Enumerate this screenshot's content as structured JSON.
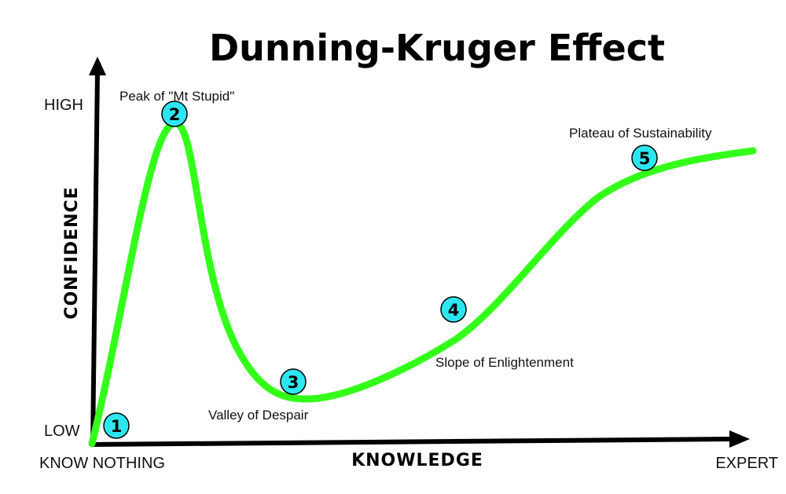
{
  "title": "Dunning-Kruger Effect",
  "y_axis": {
    "label": "CONFIDENCE",
    "high": "HIGH",
    "low": "LOW"
  },
  "x_axis": {
    "label": "KNOWLEDGE",
    "start": "KNOW NOTHING",
    "end": "EXPERT"
  },
  "stages": [
    {
      "number": "1",
      "label": ""
    },
    {
      "number": "2",
      "label": "Peak of \"Mt Stupid\""
    },
    {
      "number": "3",
      "label": "Valley of Despair"
    },
    {
      "number": "4",
      "label": "Slope of Enlightenment"
    },
    {
      "number": "5",
      "label": "Plateau of Sustainability"
    }
  ],
  "colors": {
    "curve": "#33ff1a",
    "marker_fill": "#2ee6f0",
    "axis": "#000000"
  }
}
